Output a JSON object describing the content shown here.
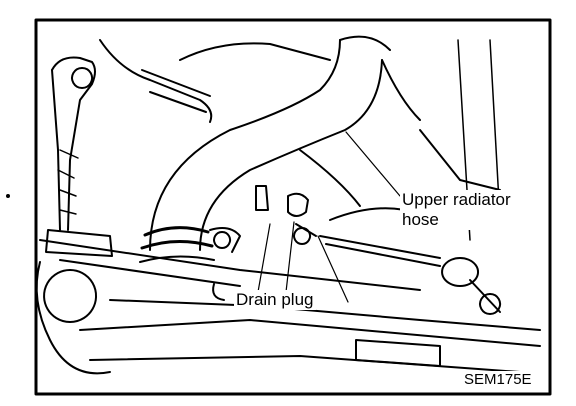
{
  "labels": {
    "upper_radiator_hose_line1": "Upper radiator",
    "upper_radiator_hose_line2": "hose",
    "drain_plug": "Drain plug",
    "figure_code": "SEM175E"
  }
}
